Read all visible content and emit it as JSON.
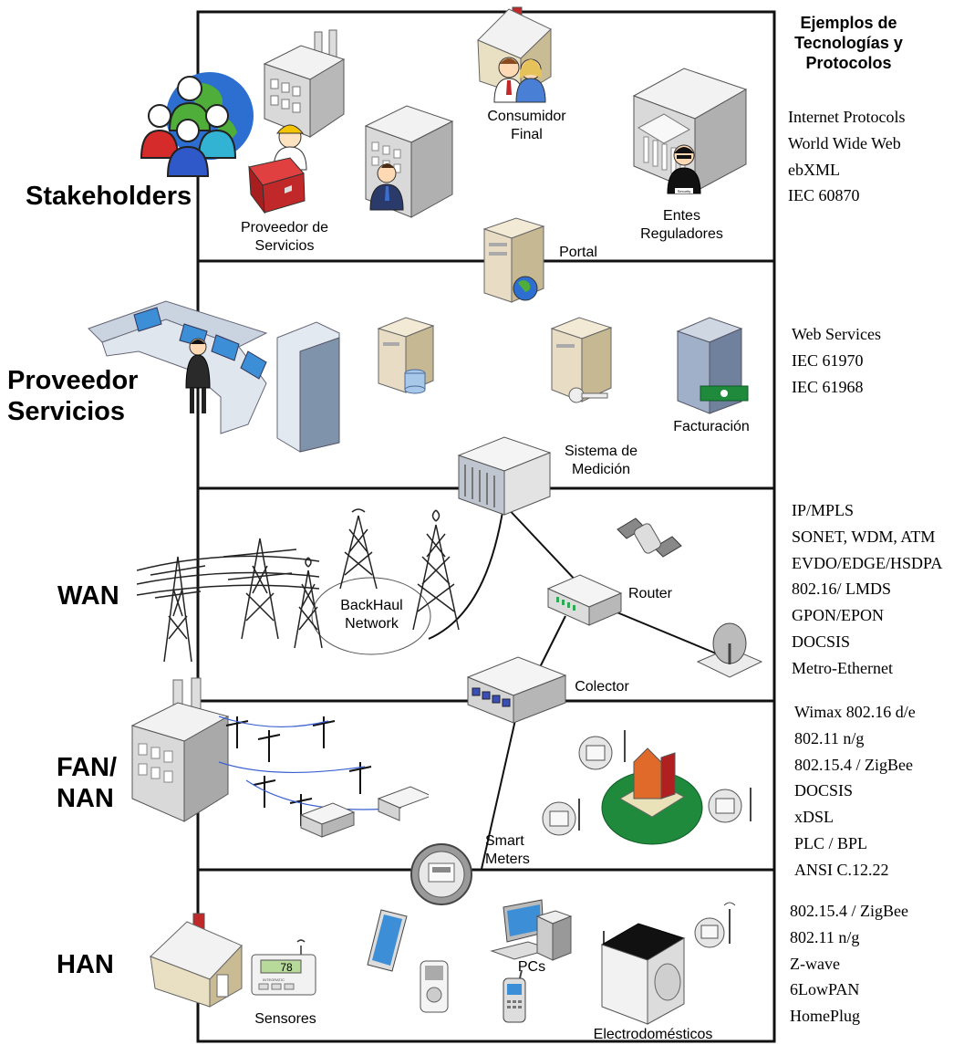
{
  "header": {
    "title": "Ejemplos de Tecnologías y Protocolos",
    "title_lines": [
      "Ejemplos de",
      "Tecnologías y",
      "Protocolos"
    ]
  },
  "layers": [
    {
      "id": "stakeholders",
      "lines": [
        "Stakeholders"
      ],
      "protocols": [
        "Internet Protocols",
        "World Wide Web",
        "ebXML",
        "IEC 60870"
      ]
    },
    {
      "id": "proveedor-servicios",
      "lines": [
        "Proveedor",
        "Servicios"
      ],
      "protocols": [
        "Web Services",
        "IEC 61970",
        "IEC 61968"
      ]
    },
    {
      "id": "wan",
      "lines": [
        "WAN"
      ],
      "protocols": [
        "IP/MPLS",
        "SONET, WDM, ATM",
        "EVDO/EDGE/HSDPA",
        "802.16/ LMDS",
        "GPON/EPON",
        "DOCSIS",
        "Metro-Ethernet"
      ]
    },
    {
      "id": "fan-nan",
      "lines": [
        "FAN/",
        "NAN"
      ],
      "protocols": [
        "Wimax 802.16 d/e",
        "802.11 n/g",
        "802.15.4 / ZigBee",
        "DOCSIS",
        "xDSL",
        "PLC / BPL",
        "ANSI C.12.22"
      ]
    },
    {
      "id": "han",
      "lines": [
        "HAN"
      ],
      "protocols": [
        "802.15.4 / ZigBee",
        "802.11 n/g",
        "Z-wave",
        "6LowPAN",
        "HomePlug"
      ]
    }
  ],
  "nodes": {
    "consumidor_final": [
      "Consumidor",
      "Final"
    ],
    "proveedor_de_servicios": [
      "Proveedor de",
      "Servicios"
    ],
    "entes_reguladores": [
      "Entes",
      "Reguladores"
    ],
    "portal": "Portal",
    "facturacion": "Facturación",
    "sistema_de_medicion": [
      "Sistema de",
      "Medición"
    ],
    "router": "Router",
    "backhaul_network": [
      "BackHaul",
      "Network"
    ],
    "colector": "Colector",
    "smart_meters": [
      "Smart",
      "Meters"
    ],
    "sensores": "Sensores",
    "pcs": "PCs",
    "electrodomesticos": "Electrodomésticos",
    "thermostat_reading": "78",
    "thermostat_brand": "INTEGRATIC",
    "badge_security": "Security"
  },
  "colors": {
    "frame": "#111111",
    "building": "#d9d9d9",
    "roof": "#f2f2f2",
    "server": "#e8dcc4",
    "screen": "#3c8fd6",
    "meter": "#bfbfbf",
    "globe_sea": "#2c6fd1",
    "globe_land": "#4fae3a",
    "red": "#c0282a",
    "green": "#1f8a3c"
  }
}
